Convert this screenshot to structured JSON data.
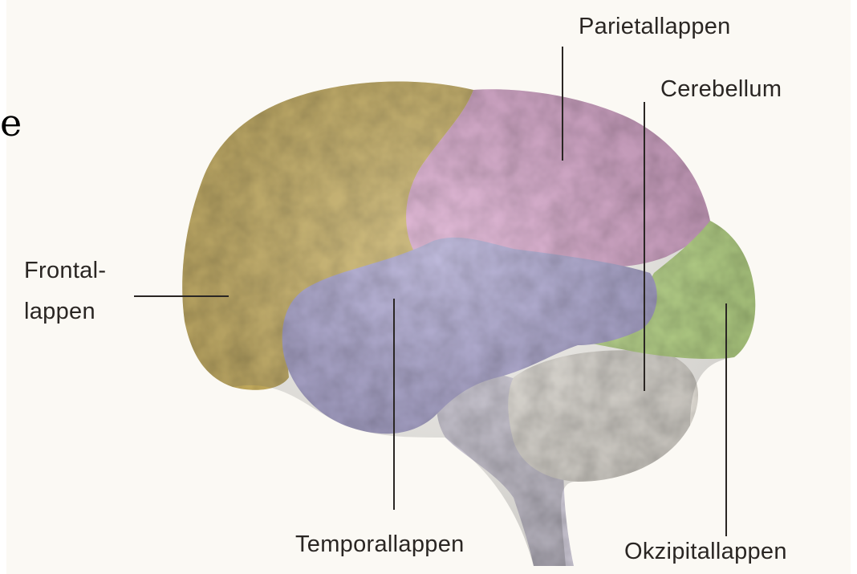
{
  "labels": {
    "parietal": "Parietallappen",
    "cerebellum": "Cerebellum",
    "frontal_line1": "Frontal-",
    "frontal_line2": "lappen",
    "temporal": "Temporallappen",
    "occipital": "Okzipitallappen"
  },
  "edge_glyph": "e",
  "colors": {
    "frontal": "#c9b060",
    "parietal": "#d9a6cc",
    "temporal": "#a9a3cf",
    "occipital": "#bfe08a",
    "cerebellum": "#e6e2da",
    "brainstem": "#cfcbd8",
    "leader_line": "#2a2623"
  }
}
